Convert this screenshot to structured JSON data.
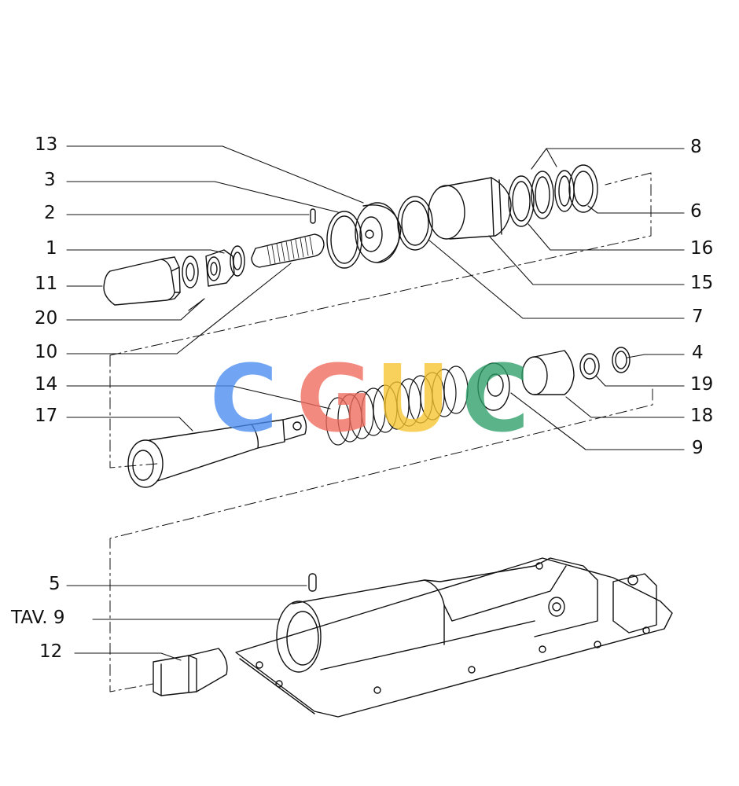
{
  "callouts": {
    "c13": "13",
    "c3": "3",
    "c2": "2",
    "c1": "1",
    "c11": "11",
    "c20": "20",
    "c10": "10",
    "c14": "14",
    "c17": "17",
    "c5": "5",
    "ctav": "TAV. 9",
    "c12": "12",
    "c8": "8",
    "c6": "6",
    "c16": "16",
    "c15": "15",
    "c7": "7",
    "c4": "4",
    "c19": "19",
    "c18": "18",
    "c9": "9"
  },
  "watermark": {
    "letters": [
      "C",
      "G",
      "U",
      "C"
    ],
    "colors": [
      "#4a8df0",
      "#f06a5c",
      "#f5c52e",
      "#2e9e68"
    ]
  },
  "colors": {
    "ink": "#111111",
    "paper": "#ffffff"
  }
}
